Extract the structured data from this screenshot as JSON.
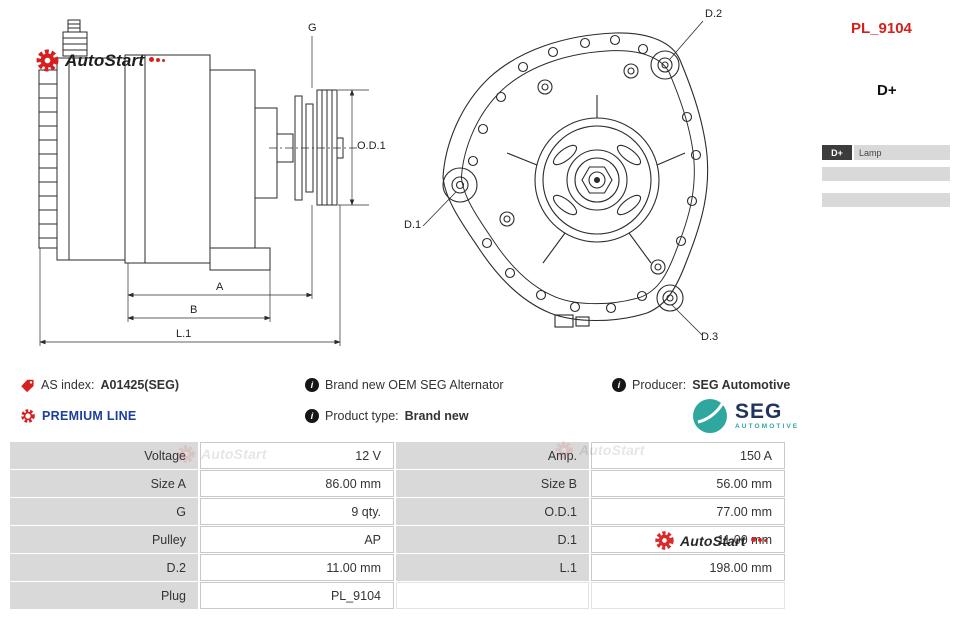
{
  "page": {
    "part_number": "PL_9104",
    "terminal": "D+"
  },
  "logo": {
    "brand": "AutoStart"
  },
  "icons": {
    "info_glyph": "i"
  },
  "terminal_table": {
    "col1_header": "D+",
    "col2_header": "Lamp"
  },
  "diagram": {
    "side_labels": {
      "g": "G",
      "od1": "O.D.1",
      "a": "A",
      "b": "B",
      "l1": "L.1"
    },
    "front_labels": {
      "d1": "D.1",
      "d2": "D.2",
      "d3": "D.3"
    }
  },
  "info": {
    "as_index_label": "AS index:",
    "as_index_value": "A01425(SEG)",
    "premium_line": "PREMIUM LINE",
    "brand_new_text": "Brand new OEM SEG Alternator",
    "product_type_label": "Product type:",
    "product_type_value": "Brand new",
    "producer_label": "Producer:",
    "producer_value": "SEG Automotive",
    "seg_logo_name": "SEG",
    "seg_logo_sub": "AUTOMOTIVE"
  },
  "spec_table": {
    "rows": [
      {
        "label1": "Voltage",
        "value1": "12 V",
        "label2": "Amp.",
        "value2": "150 A"
      },
      {
        "label1": "Size A",
        "value1": "86.00 mm",
        "label2": "Size B",
        "value2": "56.00 mm"
      },
      {
        "label1": "G",
        "value1": "9 qty.",
        "label2": "O.D.1",
        "value2": "77.00 mm"
      },
      {
        "label1": "Pulley",
        "value1": "AP",
        "label2": "D.1",
        "value2": "11.00 mm"
      },
      {
        "label1": "D.2",
        "value1": "11.00 mm",
        "label2": "L.1",
        "value2": "198.00 mm"
      },
      {
        "label1": "Plug",
        "value1": "PL_9104",
        "label2": "",
        "value2": ""
      }
    ]
  },
  "colors": {
    "accent_red": "#d6201f",
    "premium_blue": "#1c3f9e",
    "seg_teal": "#2fa79e",
    "seg_navy": "#20355e",
    "label_gray": "#d9d9d9",
    "border_gray": "#c9c9c9",
    "text_dark": "#333333",
    "line_color": "#2b2b2b"
  }
}
